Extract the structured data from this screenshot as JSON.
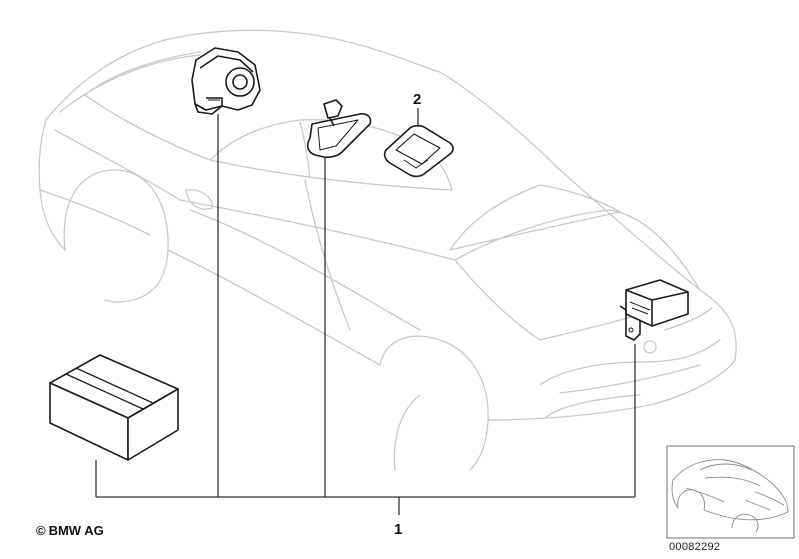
{
  "diagram": {
    "callouts": {
      "kit": "1",
      "cover": "2"
    },
    "copyright": {
      "symbol": "©",
      "owner": "BMW AG"
    },
    "reference_number": "00082292"
  },
  "colors": {
    "ghost_line": "#c8c8c8",
    "part_line": "#1a1a1a",
    "leader": "#333333"
  }
}
